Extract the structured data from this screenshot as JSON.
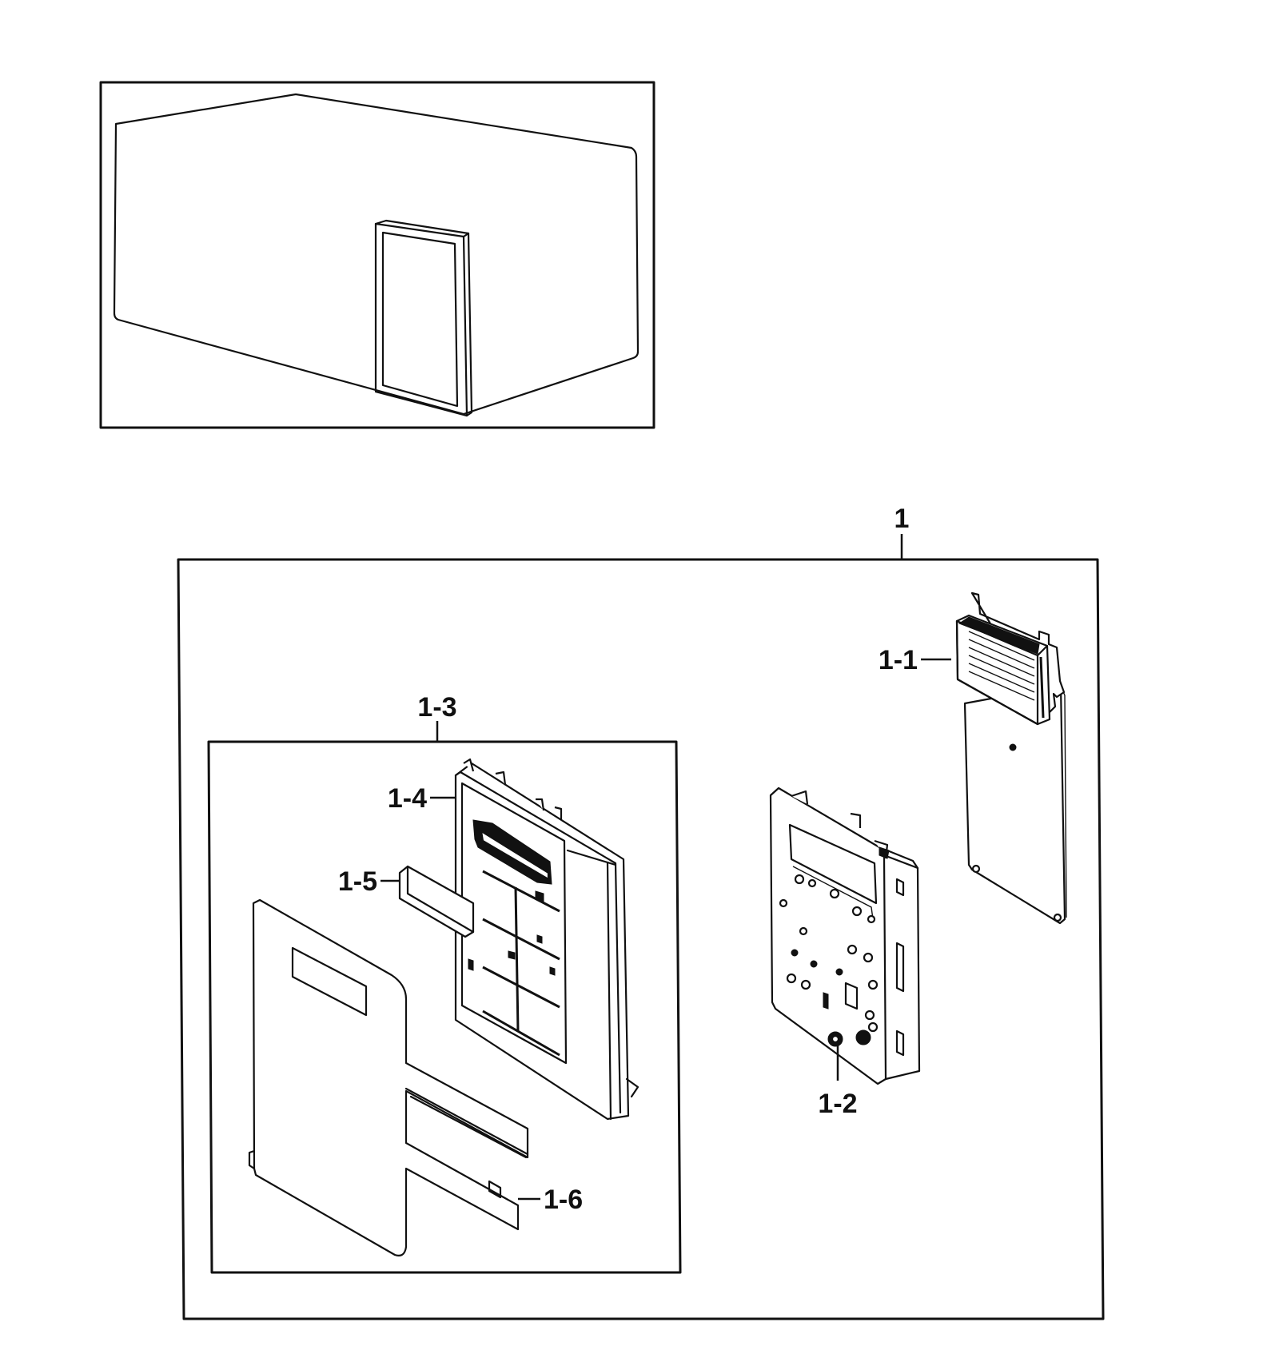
{
  "callouts": {
    "assembly": "1",
    "display_board": "1-1",
    "main_board": "1-2",
    "panel_assembly": "1-3",
    "panel_frame": "1-4",
    "window": "1-5",
    "membrane_sheet": "1-6"
  }
}
